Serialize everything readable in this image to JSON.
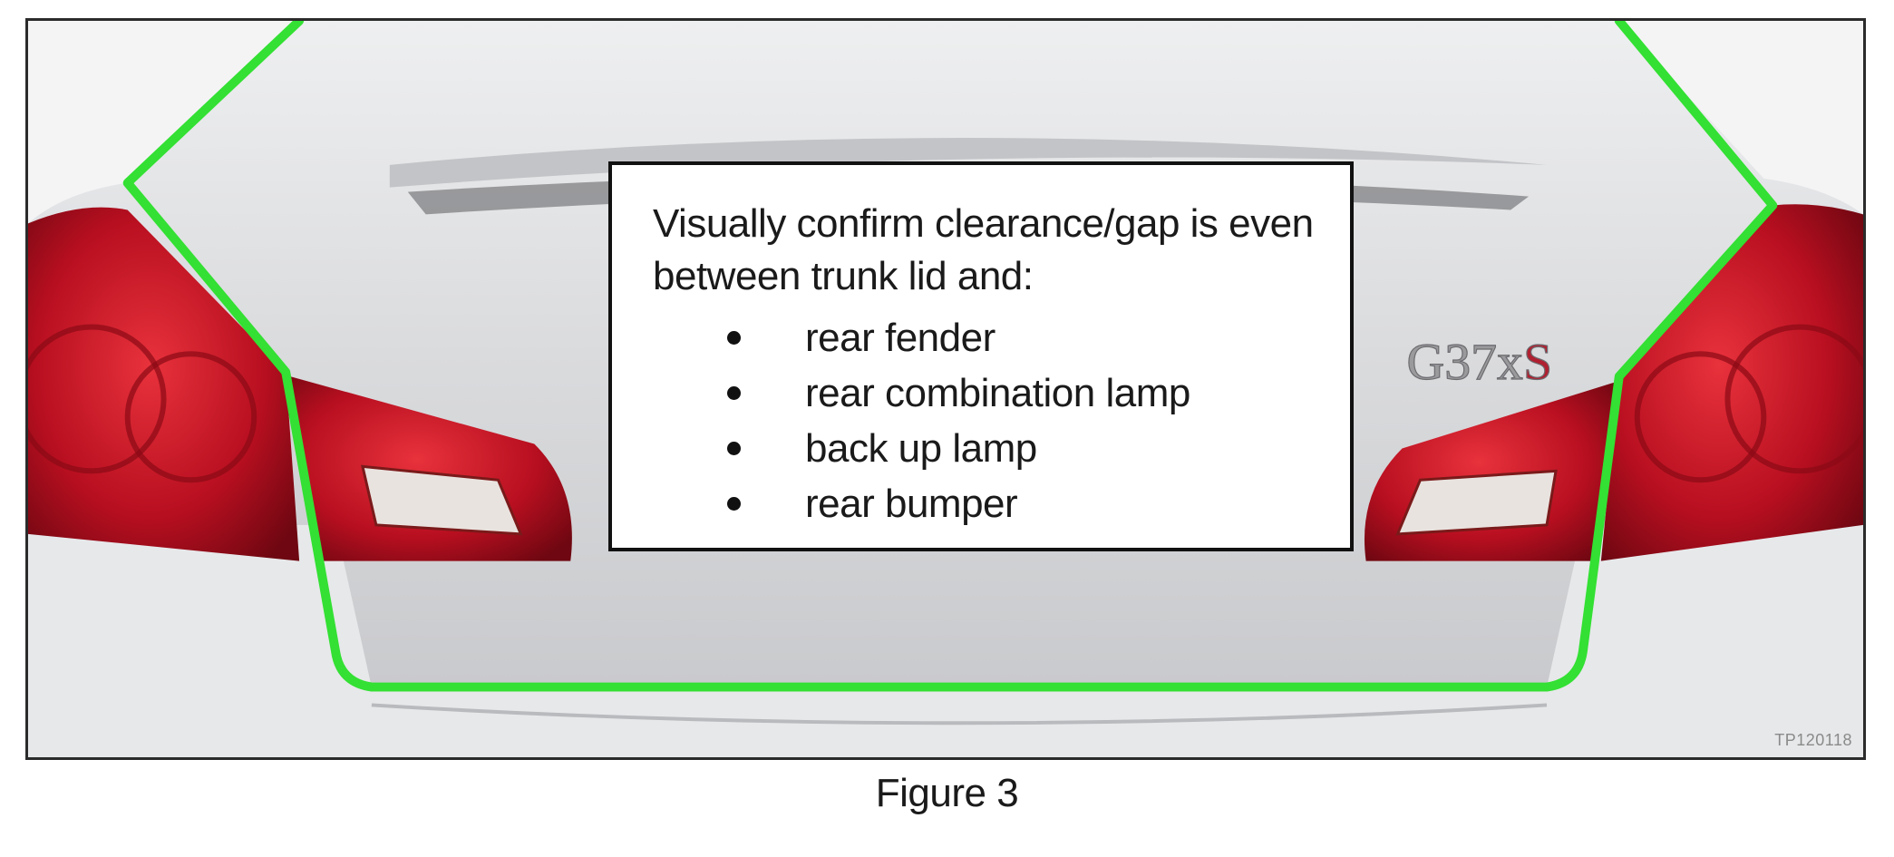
{
  "figure": {
    "callout": {
      "text": "Visually confirm clearance/gap is even between trunk lid and:",
      "items": [
        "rear fender",
        "rear combination lamp",
        "back up lamp",
        "rear bumper"
      ]
    },
    "badge": "G37xS",
    "ref_code": "TP120118",
    "caption": "Figure 3"
  },
  "colors": {
    "outline": "#33e033",
    "lamp_red": "#c8102e",
    "body_silver": "#d9dadc"
  }
}
